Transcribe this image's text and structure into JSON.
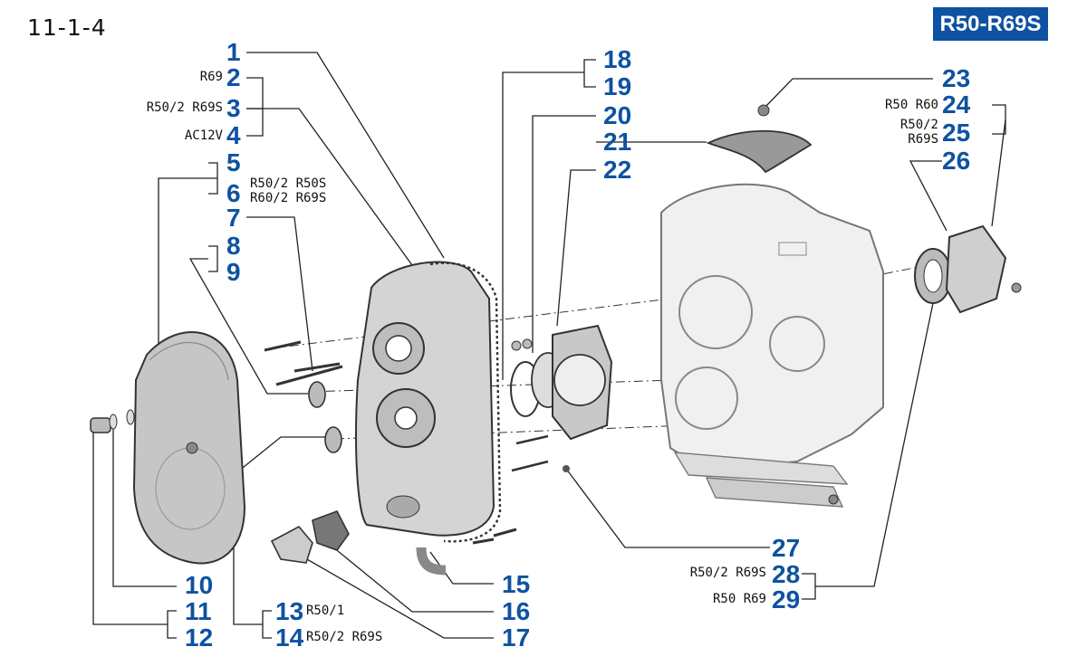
{
  "header": {
    "page_ref": "11-1-4",
    "model_badge": "R50-R69S"
  },
  "callouts": {
    "c1": "1",
    "c2": "2",
    "c3": "3",
    "c4": "4",
    "c5": "5",
    "c6": "6",
    "c7": "7",
    "c8": "8",
    "c9": "9",
    "c10": "10",
    "c11": "11",
    "c12": "12",
    "c13": "13",
    "c14": "14",
    "c15": "15",
    "c16": "16",
    "c17": "17",
    "c18": "18",
    "c19": "19",
    "c20": "20",
    "c21": "21",
    "c22": "22",
    "c23": "23",
    "c24": "24",
    "c25": "25",
    "c26": "26",
    "c27": "27",
    "c28": "28",
    "c29": "29"
  },
  "notes": {
    "n2": "R69",
    "n3": "R50/2 R69S",
    "n4": "AC12V",
    "n6a": "R50/2 R50S",
    "n6b": "R60/2 R69S",
    "n13": "R50/1",
    "n14": "R50/2 R69S",
    "n24": "R50 R60",
    "n25a": "R50/2",
    "n25b": "R69S",
    "n28": "R50/2 R69S",
    "n29": "R50 R69"
  },
  "colors": {
    "callout": "#0e52a1",
    "line": "#222222",
    "part_fill": "#c8c8c8",
    "part_stroke": "#333333"
  }
}
